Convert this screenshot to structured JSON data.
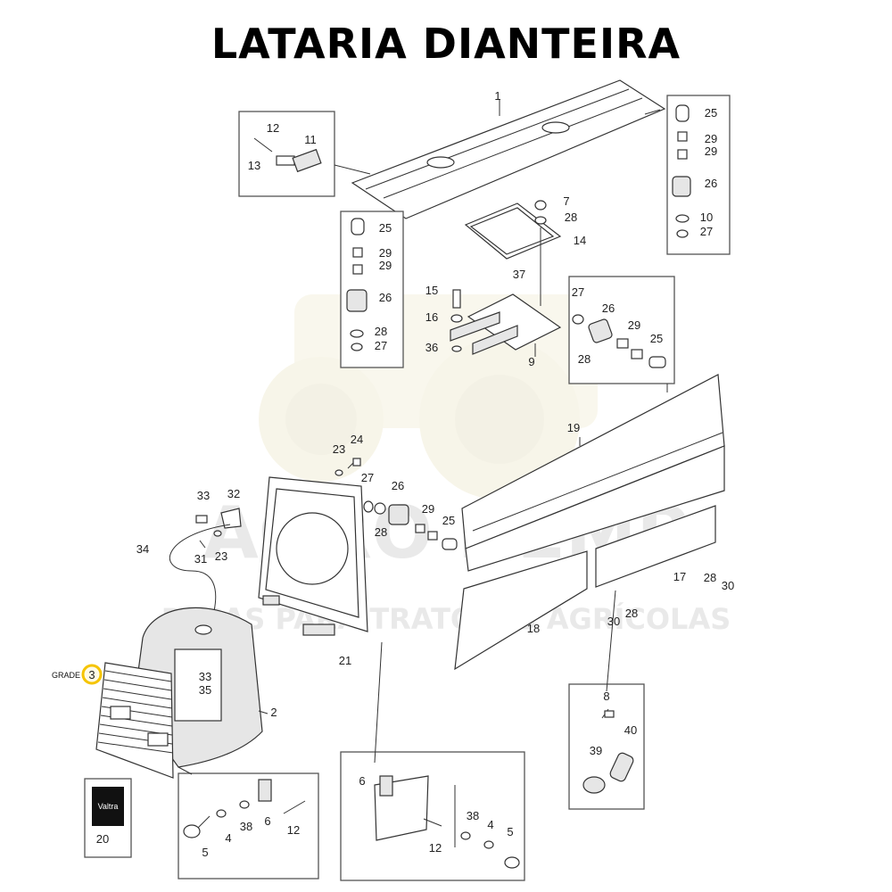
{
  "title": "LATARIA DIANTEIRA",
  "watermark": {
    "brand": "AGRO DEMP",
    "tagline": "PEÇAS PARA TRATORES AGRÍCOLAS"
  },
  "highlight_color": "#f5c400",
  "callouts": [
    {
      "id": "c1",
      "text": "1"
    },
    {
      "id": "c12a",
      "text": "12"
    },
    {
      "id": "c11",
      "text": "11"
    },
    {
      "id": "c13",
      "text": "13"
    },
    {
      "id": "c25a",
      "text": "25"
    },
    {
      "id": "c29a",
      "text": "29"
    },
    {
      "id": "c29b",
      "text": "29"
    },
    {
      "id": "c26a",
      "text": "26"
    },
    {
      "id": "c10",
      "text": "10"
    },
    {
      "id": "c27a",
      "text": "27"
    },
    {
      "id": "c25b",
      "text": "25"
    },
    {
      "id": "c29c",
      "text": "29"
    },
    {
      "id": "c29d",
      "text": "29"
    },
    {
      "id": "c26b",
      "text": "26"
    },
    {
      "id": "c28a",
      "text": "28"
    },
    {
      "id": "c27b",
      "text": "27"
    },
    {
      "id": "c7",
      "text": "7"
    },
    {
      "id": "c28b",
      "text": "28"
    },
    {
      "id": "c14",
      "text": "14"
    },
    {
      "id": "c37",
      "text": "37"
    },
    {
      "id": "c15",
      "text": "15"
    },
    {
      "id": "c16",
      "text": "16"
    },
    {
      "id": "c36",
      "text": "36"
    },
    {
      "id": "c9",
      "text": "9"
    },
    {
      "id": "c27c",
      "text": "27"
    },
    {
      "id": "c26c",
      "text": "26"
    },
    {
      "id": "c29e",
      "text": "29"
    },
    {
      "id": "c25c",
      "text": "25"
    },
    {
      "id": "c28c",
      "text": "28"
    },
    {
      "id": "c19",
      "text": "19"
    },
    {
      "id": "c23a",
      "text": "23"
    },
    {
      "id": "c24",
      "text": "24"
    },
    {
      "id": "c27d",
      "text": "27"
    },
    {
      "id": "c26d",
      "text": "26"
    },
    {
      "id": "c29f",
      "text": "29"
    },
    {
      "id": "c25d",
      "text": "25"
    },
    {
      "id": "c28d",
      "text": "28"
    },
    {
      "id": "c33a",
      "text": "33"
    },
    {
      "id": "c32",
      "text": "32"
    },
    {
      "id": "c34",
      "text": "34"
    },
    {
      "id": "c31",
      "text": "31"
    },
    {
      "id": "c23b",
      "text": "23"
    },
    {
      "id": "c17",
      "text": "17"
    },
    {
      "id": "c28e",
      "text": "28"
    },
    {
      "id": "c30a",
      "text": "30"
    },
    {
      "id": "c30b",
      "text": "30"
    },
    {
      "id": "c28f",
      "text": "28"
    },
    {
      "id": "c18",
      "text": "18"
    },
    {
      "id": "c21",
      "text": "21"
    },
    {
      "id": "c3",
      "text": "3"
    },
    {
      "id": "c33b",
      "text": "33"
    },
    {
      "id": "c35",
      "text": "35"
    },
    {
      "id": "c2",
      "text": "2"
    },
    {
      "id": "c8",
      "text": "8"
    },
    {
      "id": "c40",
      "text": "40"
    },
    {
      "id": "c39",
      "text": "39"
    },
    {
      "id": "c20",
      "text": "20"
    },
    {
      "id": "c6a",
      "text": "6"
    },
    {
      "id": "c38a",
      "text": "38"
    },
    {
      "id": "c12b",
      "text": "12"
    },
    {
      "id": "c4a",
      "text": "4"
    },
    {
      "id": "c5a",
      "text": "5"
    },
    {
      "id": "c6b",
      "text": "6"
    },
    {
      "id": "c38b",
      "text": "38"
    },
    {
      "id": "c4b",
      "text": "4"
    },
    {
      "id": "c5b",
      "text": "5"
    },
    {
      "id": "c12c",
      "text": "12"
    }
  ],
  "grade_label": "GRADE",
  "brand_plate": "Valtra"
}
